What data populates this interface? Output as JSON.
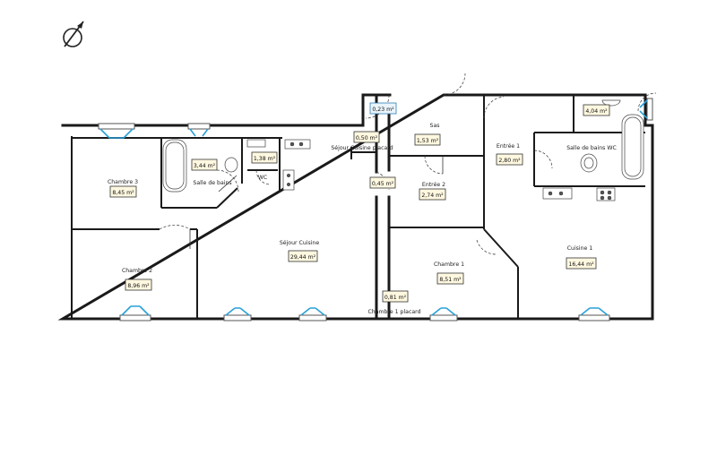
{
  "compass": {
    "icon": "north-arrow-icon"
  },
  "rooms": [
    {
      "key": "chambre3",
      "name": "Chambre 3",
      "area": "8,45 m²"
    },
    {
      "key": "sdb1",
      "name": "Salle de bains",
      "area": "3,44 m²"
    },
    {
      "key": "wc",
      "name": "WC",
      "area": "1,38 m²"
    },
    {
      "key": "placard_sejour",
      "name": "Séjour Cuisine placard",
      "area": "0,50 m²"
    },
    {
      "key": "sas",
      "name": "Sas",
      "area": "1,53 m²"
    },
    {
      "key": "entree1",
      "name": "Entrée 1",
      "area": "2,80 m²"
    },
    {
      "key": "sdb_wc",
      "name": "Salle de bains WC",
      "area": "4,04 m²"
    },
    {
      "key": "entree2",
      "name": "Entrée 2",
      "area": "2,74 m²"
    },
    {
      "key": "chambre2",
      "name": "Chambre 2",
      "area": "8,96 m²"
    },
    {
      "key": "sejour",
      "name": "Séjour Cuisine",
      "area": "29,44 m²"
    },
    {
      "key": "chambre1",
      "name": "Chambre 1",
      "area": "8,51 m²"
    },
    {
      "key": "cuisine1",
      "name": "Cuisine 1",
      "area": "16,44 m²"
    },
    {
      "key": "placard_ch1",
      "name": "Chambre 1 placard",
      "area": "0,81 m²"
    }
  ],
  "small_areas": [
    {
      "key": "gaine_top",
      "area": "0,23 m²"
    },
    {
      "key": "couloir",
      "area": "0,45 m²"
    }
  ]
}
